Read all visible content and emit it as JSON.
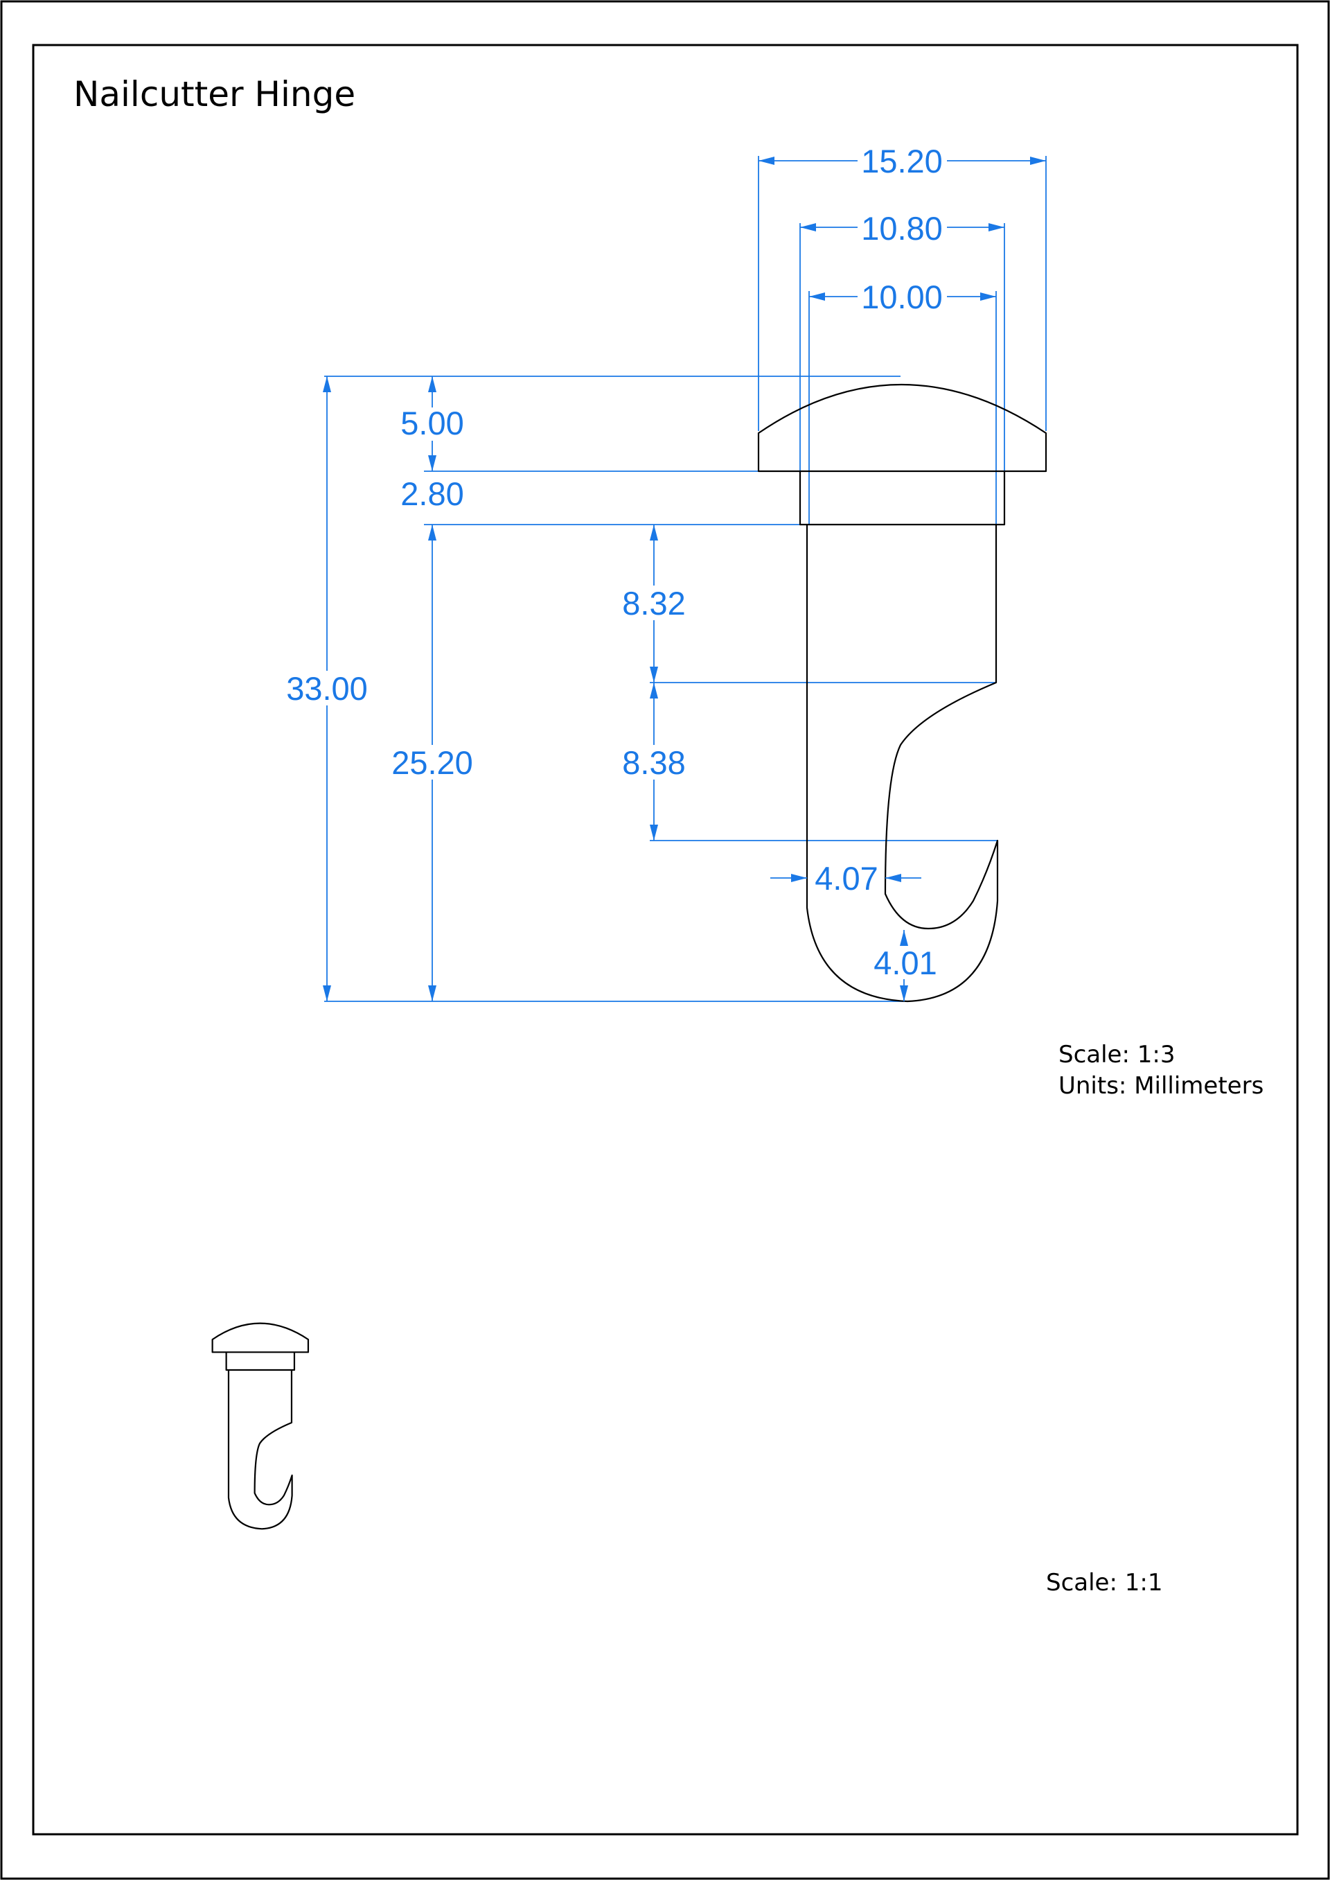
{
  "title": "Nailcutter Hinge",
  "notes": {
    "detail_scale": "Scale: 1:3",
    "detail_units": "Units: Millimeters",
    "actual_scale": "Scale: 1:1"
  },
  "dimensions": {
    "total_height": "33.00",
    "head_height": "5.00",
    "collar_height": "2.80",
    "shank_height": "25.20",
    "shank_upper": "8.32",
    "hook_opening": "8.38",
    "hook_gap_width": "4.07",
    "hook_bottom_thickness": "4.01",
    "head_width": "15.20",
    "collar_width": "10.80",
    "shank_width": "10.00"
  },
  "colors": {
    "dimension": "#1a78e6",
    "outline": "#000000",
    "frame": "#000000"
  }
}
